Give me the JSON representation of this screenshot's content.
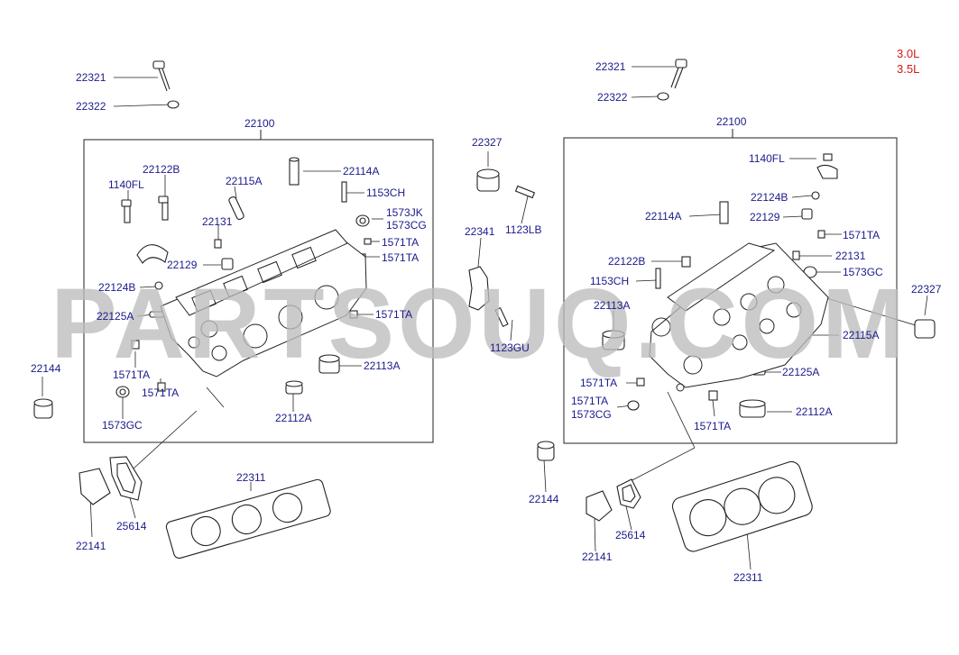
{
  "engine_options": [
    "3.0L",
    "3.5L"
  ],
  "watermark": "PARTSOUQ.COM",
  "left_group": {
    "assembly": "22100",
    "labels": [
      "22321",
      "22322",
      "22122B",
      "1140FL",
      "22115A",
      "22114A",
      "1153CH",
      "1573JK",
      "1573CG",
      "22131",
      "1571TA",
      "1571TA",
      "22129",
      "22124B",
      "22125A",
      "1571TA",
      "1571TA",
      "22113A",
      "1571TA",
      "1573GC",
      "22112A",
      "22144",
      "22141",
      "25614",
      "22311",
      "22327",
      "22341",
      "1123LB",
      "1123GU"
    ]
  },
  "right_group": {
    "assembly": "22100",
    "labels": [
      "22321",
      "22322",
      "1140FL",
      "22124B",
      "22129",
      "22114A",
      "1571TA",
      "22131",
      "22122B",
      "1573GC",
      "1153CH",
      "22113A",
      "22327",
      "22115A",
      "22125A",
      "1571TA",
      "1571TA",
      "1573CG",
      "1571TA",
      "22112A",
      "22144",
      "25614",
      "22141",
      "22311"
    ]
  },
  "colors": {
    "label": "#1a1a8c",
    "engine": "#d21a1a",
    "line": "#222222",
    "watermark": "#bdbdbd"
  }
}
